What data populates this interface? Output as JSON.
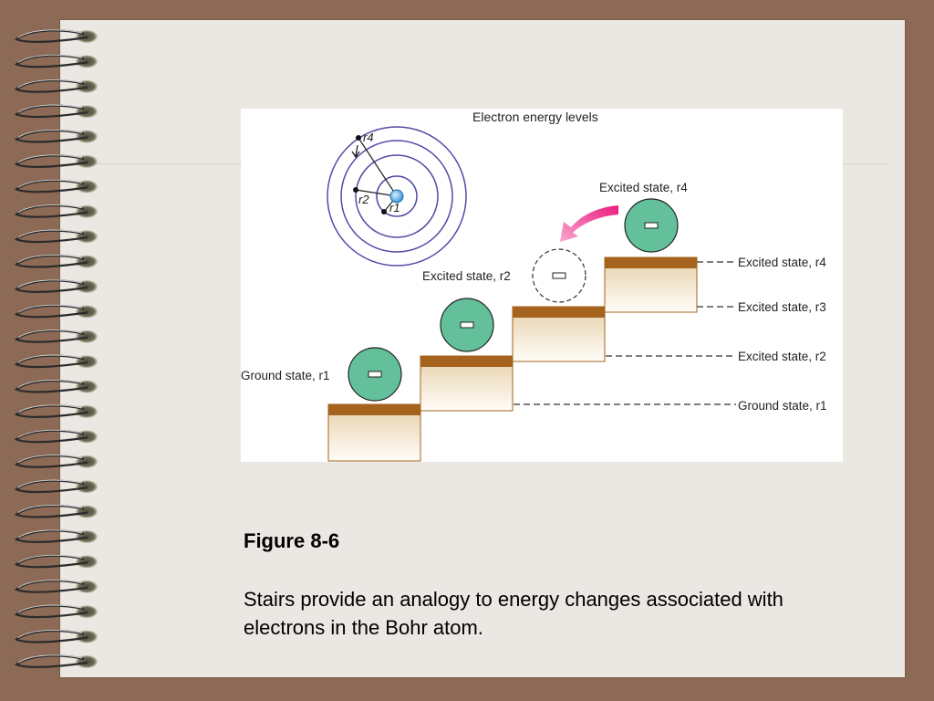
{
  "figure": {
    "title": "Electron energy levels",
    "orbit_labels": [
      "r4",
      "r2",
      "r1"
    ],
    "state_labels": {
      "excited_r4_top": "Excited state, r4",
      "excited_r2_left": "Excited state, r2",
      "ground_r1_left": "Ground state, r1",
      "right_r4": "Excited state, r4",
      "right_r3": "Excited state, r3",
      "right_r2": "Excited state, r2",
      "right_r1": "Ground state, r1"
    },
    "colors": {
      "electron": "#63c09b",
      "orbit": "#524aa6",
      "stair_top": "#a6631d",
      "arrow": "#ee3f8f"
    }
  },
  "caption": {
    "title": "Figure 8-6",
    "text": "Stairs provide an analogy to energy changes associated with electrons in the Bohr atom."
  },
  "icons": {
    "binding": "spiral-binding-icon"
  }
}
